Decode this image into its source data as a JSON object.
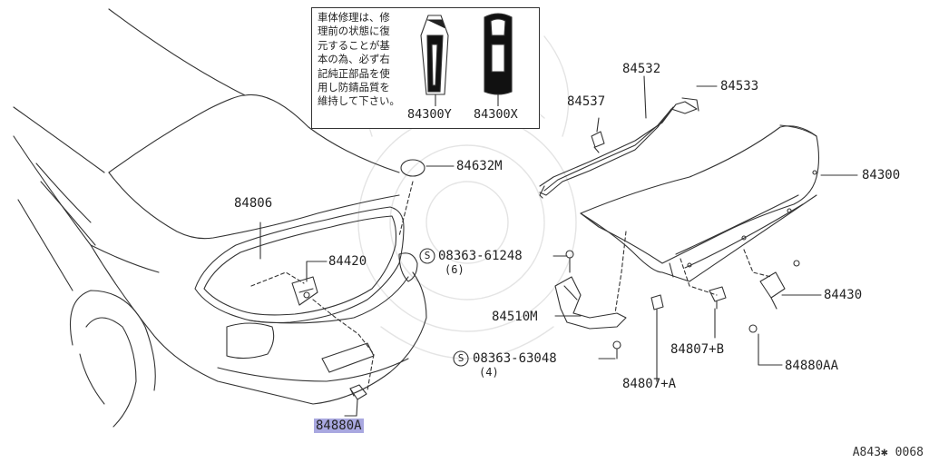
{
  "notice": {
    "text": "車体修理は、修\n理前の状態に復\n元することが基\n本の為、必ず右\n記純正部品を使\n用し防錆品質を\n維持して下さい。",
    "product_left": "84300Y",
    "product_right": "84300X"
  },
  "labels": {
    "p84806": "84806",
    "p84420": "84420",
    "p84880A": "84880A",
    "p84632M": "84632M",
    "p84537": "84537",
    "p84532": "84532",
    "p84533": "84533",
    "p84300": "84300",
    "p08363_61248": "08363-61248",
    "qty_61248": "(6)",
    "p84510M": "84510M",
    "p08363_63048": "08363-63048",
    "qty_63048": "(4)",
    "p84807B": "84807+B",
    "p84807A": "84807+A",
    "p84430": "84430",
    "p84880AA": "84880AA"
  },
  "screw_symbol": "S",
  "figure_code": "A843✱ 0068",
  "colors": {
    "highlight": "#a9a8e0",
    "line": "#333333"
  }
}
